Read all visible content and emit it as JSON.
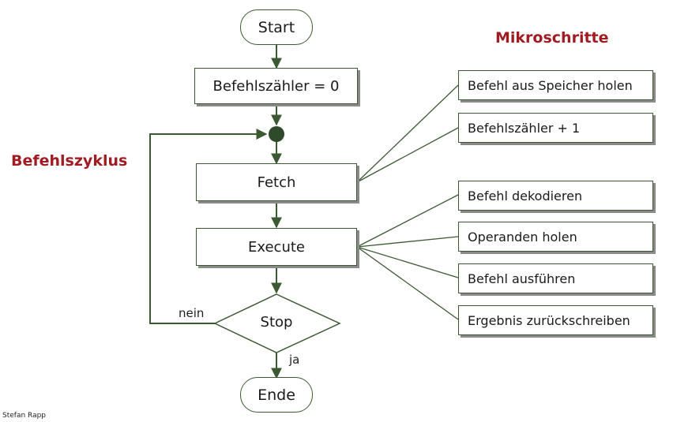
{
  "headings": {
    "left": "Befehlszyklus",
    "right": "Mikroschritte"
  },
  "flow": {
    "start": "Start",
    "init": "Befehlszähler = 0",
    "fetch": "Fetch",
    "execute": "Execute",
    "decision": "Stop",
    "end": "Ende",
    "edge_no": "nein",
    "edge_yes": "ja"
  },
  "micro_steps": {
    "fetch": [
      "Befehl aus Speicher holen",
      "Befehlszähler + 1"
    ],
    "execute": [
      "Befehl dekodieren",
      "Operanden holen",
      "Befehl ausführen",
      "Ergebnis zurückschreiben"
    ]
  },
  "credit": "Stefan Rapp",
  "colors": {
    "heading": "#a01c22",
    "line": "#3b5a33",
    "junction": "#2f4a2a"
  }
}
